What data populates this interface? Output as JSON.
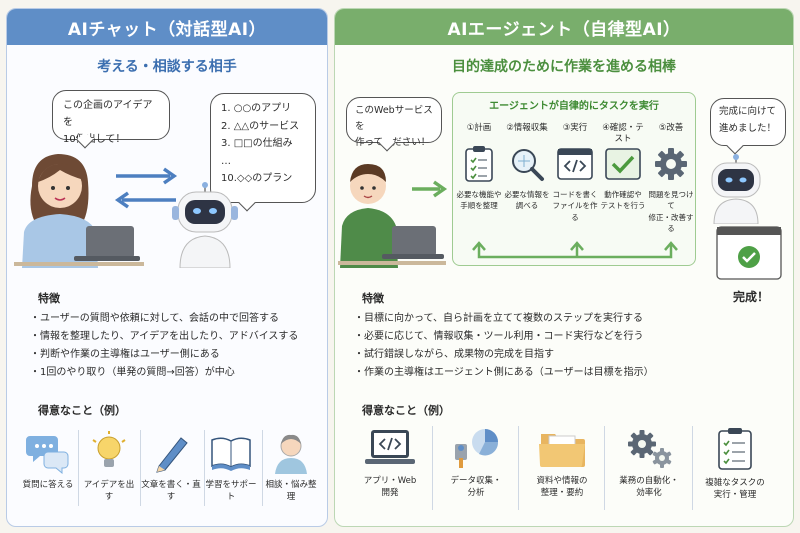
{
  "chat": {
    "header": "AIチャット（対話型AI）",
    "subtitle": "考える・相談する相手",
    "user_bubble": [
      "この企画のアイデアを",
      "10個出して！"
    ],
    "ai_bubble": [
      "1. ○○のアプリ",
      "2. △△のサービス",
      "3. □□の仕組み",
      "…",
      "10.◇◇のプラン"
    ],
    "features_title": "特徴",
    "features": [
      "・ユーザーの質問や依頼に対して、会話の中で回答する",
      "・情報を整理したり、アイデアを出したり、アドバイスする",
      "・判断や作業の主導権はユーザー側にある",
      "・1回のやり取り（単発の質問→回答）が中心"
    ],
    "strengths_title": "得意なこと（例）",
    "strengths": [
      {
        "label": "質問に答える",
        "icon": "speech-bubbles-icon"
      },
      {
        "label": "アイデアを出す",
        "icon": "lightbulb-icon"
      },
      {
        "label": "文章を書く・直す",
        "icon": "pencil-icon"
      },
      {
        "label": "学習をサポート",
        "icon": "book-icon"
      },
      {
        "label": "相談・悩み整理",
        "icon": "person-icon"
      }
    ]
  },
  "agent": {
    "header": "AIエージェント（自律型AI）",
    "subtitle": "目的達成のために作業を進める相棒",
    "user_bubble": [
      "このWebサービスを",
      "作ってください！"
    ],
    "flow_title": "エージェントが自律的にタスクを実行",
    "steps": [
      {
        "title": "①計画",
        "desc": [
          "必要な機能や",
          "手順を整理"
        ],
        "icon": "clipboard-icon"
      },
      {
        "title": "②情報収集",
        "desc": [
          "必要な情報を",
          "調べる"
        ],
        "icon": "magnifier-icon"
      },
      {
        "title": "③実行",
        "desc": [
          "コードを書く",
          "ファイルを作る"
        ],
        "icon": "code-window-icon"
      },
      {
        "title": "④確認・テスト",
        "desc": [
          "動作確認や",
          "テストを行う"
        ],
        "icon": "check-screen-icon"
      },
      {
        "title": "⑤改善",
        "desc": [
          "問題を見つけて",
          "修正・改善する"
        ],
        "icon": "gear-icon"
      }
    ],
    "done_bubble": [
      "完成に向けて",
      "進めました！"
    ],
    "done_label": "完成！",
    "features_title": "特徴",
    "features": [
      "・目標に向かって、自ら計画を立てて複数のステップを実行する",
      "・必要に応じて、情報収集・ツール利用・コード実行などを行う",
      "・試行錯誤しながら、成果物の完成を目指す",
      "・作業の主導権はエージェント側にある（ユーザーは目標を指示）"
    ],
    "strengths_title": "得意なこと（例）",
    "strengths": [
      {
        "label": [
          "アプリ・Web",
          "開発"
        ],
        "icon": "code-laptop-icon"
      },
      {
        "label": [
          "データ収集・",
          "分析"
        ],
        "icon": "chart-icon"
      },
      {
        "label": [
          "資料や情報の",
          "整理・要約"
        ],
        "icon": "folder-icon"
      },
      {
        "label": [
          "業務の自動化・",
          "効率化"
        ],
        "icon": "gears-icon"
      },
      {
        "label": [
          "複雑なタスクの",
          "実行・管理"
        ],
        "icon": "checklist-icon"
      }
    ]
  },
  "colors": {
    "chat_accent": "#5f8ec7",
    "agent_accent": "#79ae6c"
  }
}
